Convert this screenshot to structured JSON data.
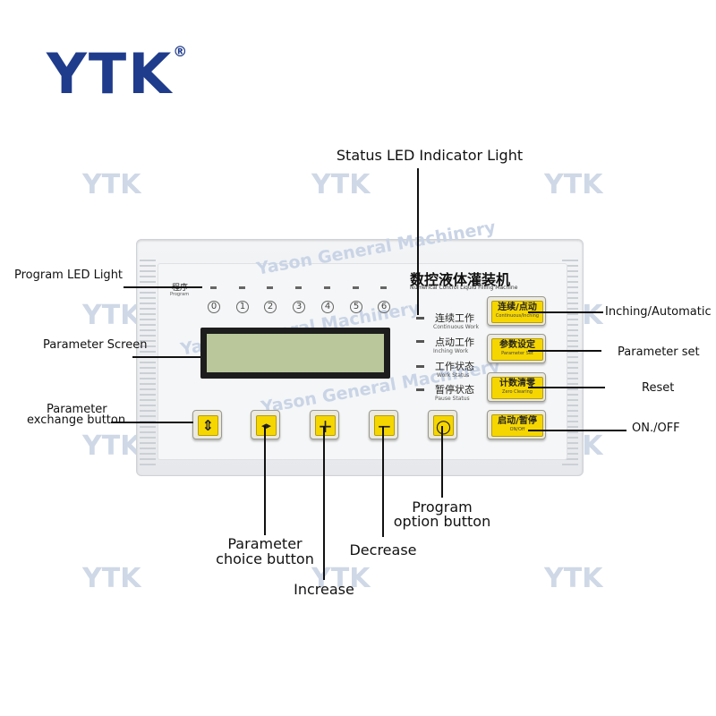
{
  "brand": {
    "logo_text": "YTK",
    "reg_mark": "®",
    "watermark_text": "YTK",
    "watermark_company": "Yason General Machinery"
  },
  "panel": {
    "title_cn": "数控液体灌装机",
    "title_en": "Numerical Control Liquid Filling Machine",
    "program_label_cn": "程序",
    "program_label_en": "Program",
    "program_numbers": [
      "0",
      "1",
      "2",
      "3",
      "4",
      "5",
      "6"
    ],
    "status_items": [
      {
        "cn": "连续工作",
        "en": "Continuous Work"
      },
      {
        "cn": "点动工作",
        "en": "Inching Work"
      },
      {
        "cn": "工作状态",
        "en": "Work Status"
      },
      {
        "cn": "暂停状态",
        "en": "Pause Status"
      }
    ],
    "right_buttons": [
      {
        "cn": "连续/点动",
        "en": "Continuous/Inching"
      },
      {
        "cn": "参数设定",
        "en": "Parameter Set"
      },
      {
        "cn": "计数清零",
        "en": "Zero Clearing"
      },
      {
        "cn": "启动/暂停",
        "en": "ON/Off"
      }
    ],
    "bottom_buttons": {
      "exchange_symbol": "⇕",
      "choice_symbol": "◂▸",
      "increase_symbol": "+",
      "decrease_symbol": "−",
      "program_symbol": "○"
    }
  },
  "callouts": {
    "status_led": "Status LED Indicator Light",
    "program_led": "Program LED Light",
    "parameter_screen": "Parameter Screen",
    "exchange_line1": "Parameter",
    "exchange_line2": "exchange button",
    "inching_automatic": "Inching/Automatic",
    "parameter_set": "Parameter set",
    "reset": "Reset",
    "on_off": "ON./OFF",
    "choice_line1": "Parameter",
    "choice_line2": "choice button",
    "increase": "Increase",
    "decrease": "Decrease",
    "program_opt_line1": "Program",
    "program_opt_line2": "option button"
  }
}
